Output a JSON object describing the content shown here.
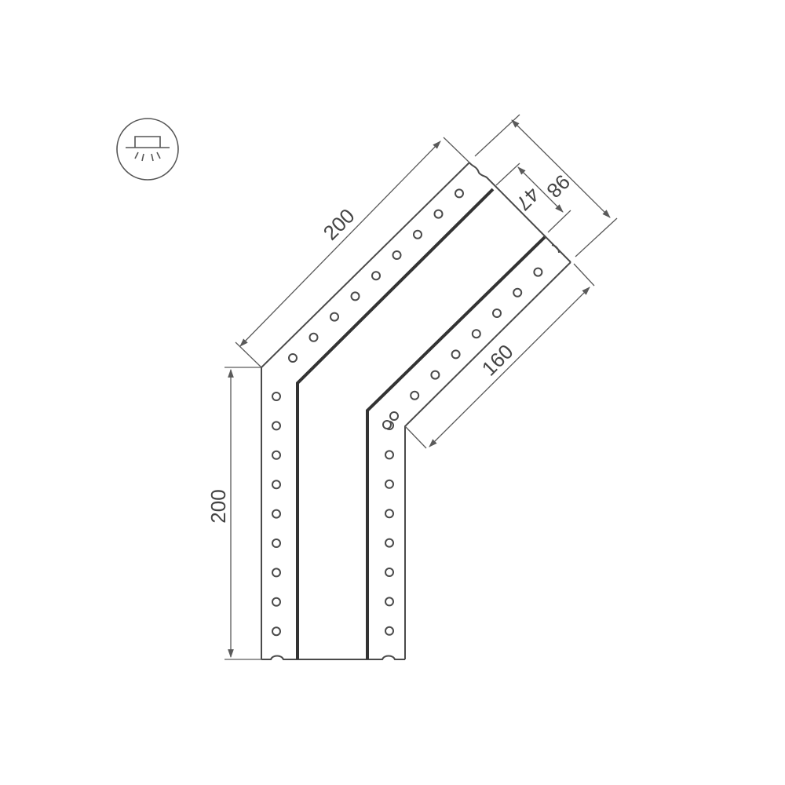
{
  "dimensions": {
    "upper_arm_outer_length": "200",
    "lower_arm_outer_length": "200",
    "outer_width": "98",
    "channel_width": "47",
    "inner_arm_length": "160"
  },
  "icon": {
    "name": "recessed-light-icon",
    "color": "#555555"
  },
  "colors": {
    "outline": "#4a4a4a",
    "channel": "#333333",
    "dimension": "#5a5a5a",
    "background": "#ffffff"
  }
}
